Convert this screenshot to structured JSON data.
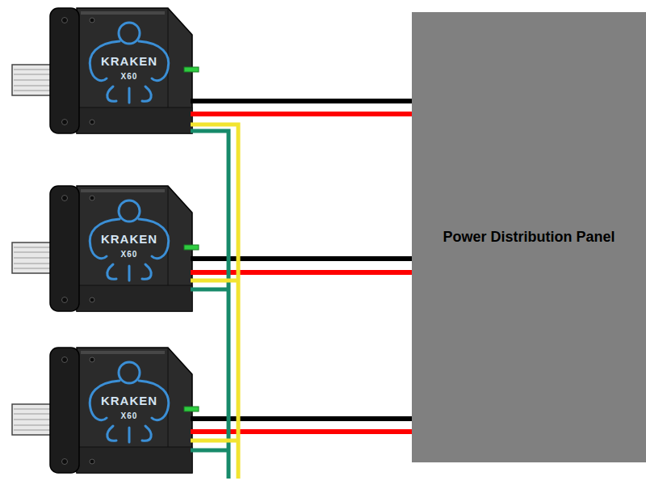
{
  "diagram": {
    "nodes": [
      {
        "text": [
          "Power Distribution Panel"
        ]
      }
    ],
    "labels": [
      "KRAKEN",
      "X60",
      "KRAKEN",
      "X60",
      "KRAKEN",
      "X60"
    ]
  }
}
